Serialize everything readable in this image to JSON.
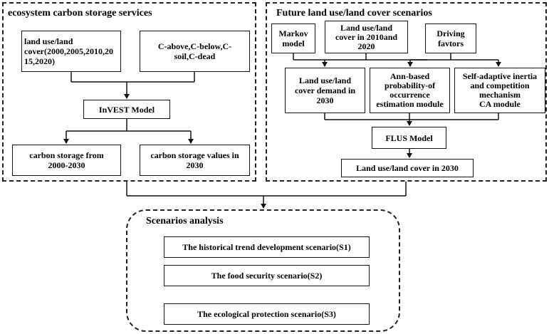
{
  "left_panel": {
    "title": "ecosystem carbon storage services",
    "land_use_box": [
      "land use/land",
      "cover(2000,2005,2010,20",
      "15,2020)"
    ],
    "carbon_pools_box": [
      "C-above,C-below,C-",
      "soil,C-dead"
    ],
    "invest_box": "InVEST Model",
    "storage_from_box": [
      "carbon storage from",
      "2000-2030"
    ],
    "storage_values_box": [
      "carbon storage values in",
      "2030"
    ]
  },
  "right_panel": {
    "title": "Future land use/land cover scenarios",
    "markov_box": [
      "Markov",
      "model"
    ],
    "lulc_2010_box": [
      "Land use/land",
      "cover in 2010and",
      "2020"
    ],
    "driving_box": [
      "Driving",
      "favtors"
    ],
    "demand_box": [
      "Land use/land",
      "cover demand in",
      "2030"
    ],
    "ann_box": [
      "Ann-based",
      "probability-of",
      "occurrence",
      "estimation module"
    ],
    "ca_box": [
      "Self-adaptive inertia",
      "and competition",
      "mechanism",
      "CA module"
    ],
    "flus_box": "FLUS Model",
    "lulc_2030_box": "Land use/land cover in 2030"
  },
  "bottom_panel": {
    "title": "Scenarios analysis",
    "s1": "The historical trend development scenario(S1)",
    "s2": "The food security scenario(S2)",
    "s3": "The ecological protection scenario(S3)"
  }
}
